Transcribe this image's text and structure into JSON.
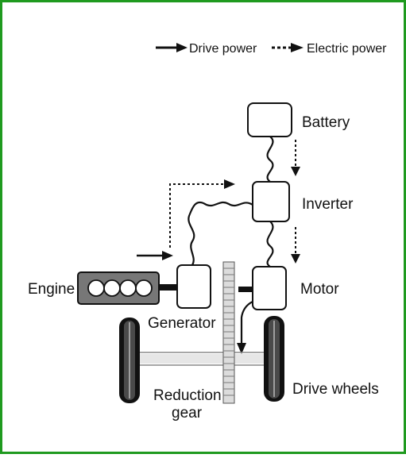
{
  "diagram": {
    "legend": {
      "drive_power": "Drive power",
      "electric_power": "Electric power"
    },
    "labels": {
      "battery": "Battery",
      "inverter": "Inverter",
      "motor": "Motor",
      "engine": "Engine",
      "generator": "Generator",
      "drive_wheels": "Drive wheels",
      "reduction_gear_line1": "Reduction",
      "reduction_gear_line2": "gear"
    }
  },
  "colors": {
    "frame_border": "#1f9a1f",
    "stroke": "#111111",
    "engine_body": "#777777",
    "axle": "#bbbbbb",
    "gear_fill": "#d9d9d9"
  },
  "icons": {
    "engine": "engine-icon",
    "wheel": "wheel-icon",
    "gear": "gear-icon",
    "arrow": "arrow-icon"
  }
}
